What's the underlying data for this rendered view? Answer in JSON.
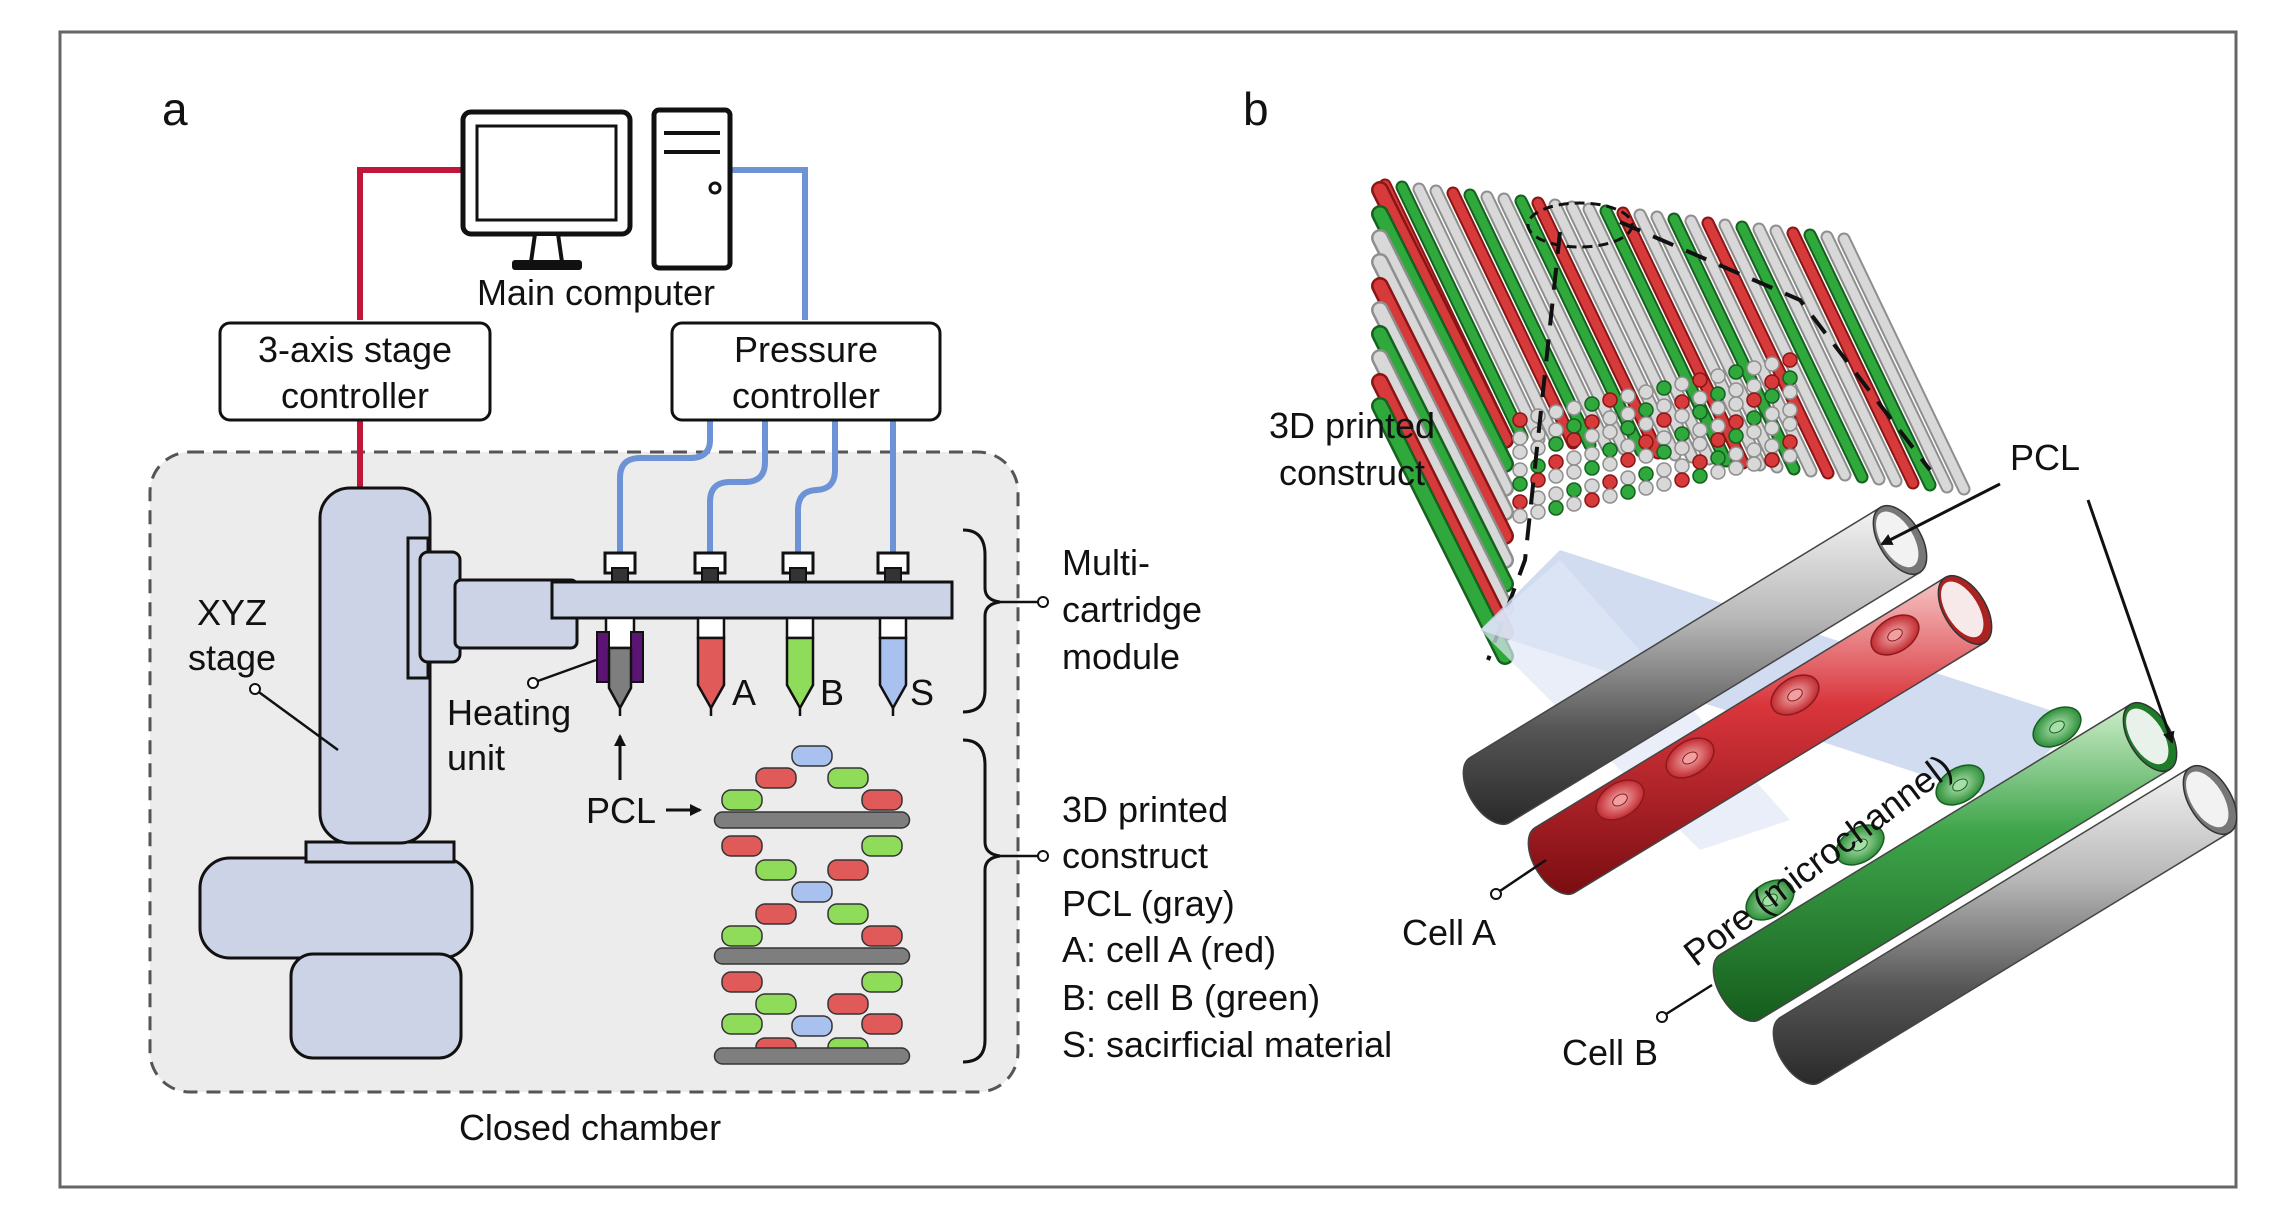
{
  "panel_a": {
    "letter": "a",
    "computer_label": "Main computer",
    "stage_controller_label": [
      "3-axis stage",
      "controller"
    ],
    "pressure_controller_label": [
      "Pressure",
      "controller"
    ],
    "xyz_stage_label": [
      "XYZ",
      "stage"
    ],
    "heating_unit_label": [
      "Heating",
      "unit"
    ],
    "pcl_arrow_label": "PCL",
    "cartridge_letters": [
      "A",
      "B",
      "S"
    ],
    "multi_cartridge_label": [
      "Multi-",
      "cartridge",
      "module"
    ],
    "construct_legend": [
      "3D printed",
      "construct",
      "PCL (gray)",
      "A: cell A (red)",
      "B: cell B (green)",
      "S: sacirficial material"
    ],
    "chamber_label": "Closed chamber"
  },
  "panel_b": {
    "letter": "b",
    "block_label": [
      "3D printed",
      "construct"
    ],
    "pcl_label": "PCL",
    "pore_label": "Pore (microchannel)",
    "cell_a_label": "Cell A",
    "cell_b_label": "Cell B"
  },
  "colors": {
    "red_line": "#c0163a",
    "blue_line": "#6d93d6",
    "stage_fill": "#ccd3e6",
    "cell_red": "#e05a5a",
    "cell_green": "#8fdc5b",
    "cell_blue": "#a9c1ef",
    "pcl_gray": "#7e7e7e",
    "heater_purple": "#5b1473"
  }
}
